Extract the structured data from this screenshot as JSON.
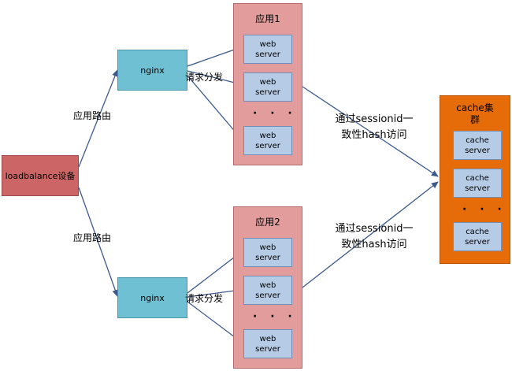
{
  "loadbalance": {
    "label": "loadbalance设备"
  },
  "route_label_top": "应用路由",
  "route_label_bottom": "应用路由",
  "nginx_top": {
    "label": "nginx"
  },
  "nginx_bottom": {
    "label": "nginx"
  },
  "dispatch_label_top": "请求分发",
  "dispatch_label_bottom": "请求分发",
  "app1": {
    "title": "应用1",
    "servers": [
      {
        "line1": "web",
        "line2": "server"
      },
      {
        "line1": "web",
        "line2": "server"
      },
      {
        "line1": "web",
        "line2": "server"
      }
    ],
    "ellipsis": "· · ·"
  },
  "app2": {
    "title": "应用2",
    "servers": [
      {
        "line1": "web",
        "line2": "server"
      },
      {
        "line1": "web",
        "line2": "server"
      },
      {
        "line1": "web",
        "line2": "server"
      }
    ],
    "ellipsis": "· · ·"
  },
  "hash_label_top": {
    "line1": "通过sessionid一",
    "line2": "致性hash访问"
  },
  "hash_label_bottom": {
    "line1": "通过sessionid一",
    "line2": "致性hash访问"
  },
  "cache_cluster": {
    "title_line1": "cache集",
    "title_line2": "群",
    "nodes": [
      {
        "line1": "cache",
        "line2": "server"
      },
      {
        "line1": "cache",
        "line2": "server"
      },
      {
        "line1": "cache",
        "line2": "server"
      }
    ],
    "ellipsis": "· · ·"
  },
  "colors": {
    "arrow": "#3c5a8c",
    "loadbalance": "#cc6666",
    "nginx": "#70c0d4",
    "app": "#e29c9c",
    "cache_cluster": "#e66c0a",
    "server": "#b6cbe6"
  }
}
